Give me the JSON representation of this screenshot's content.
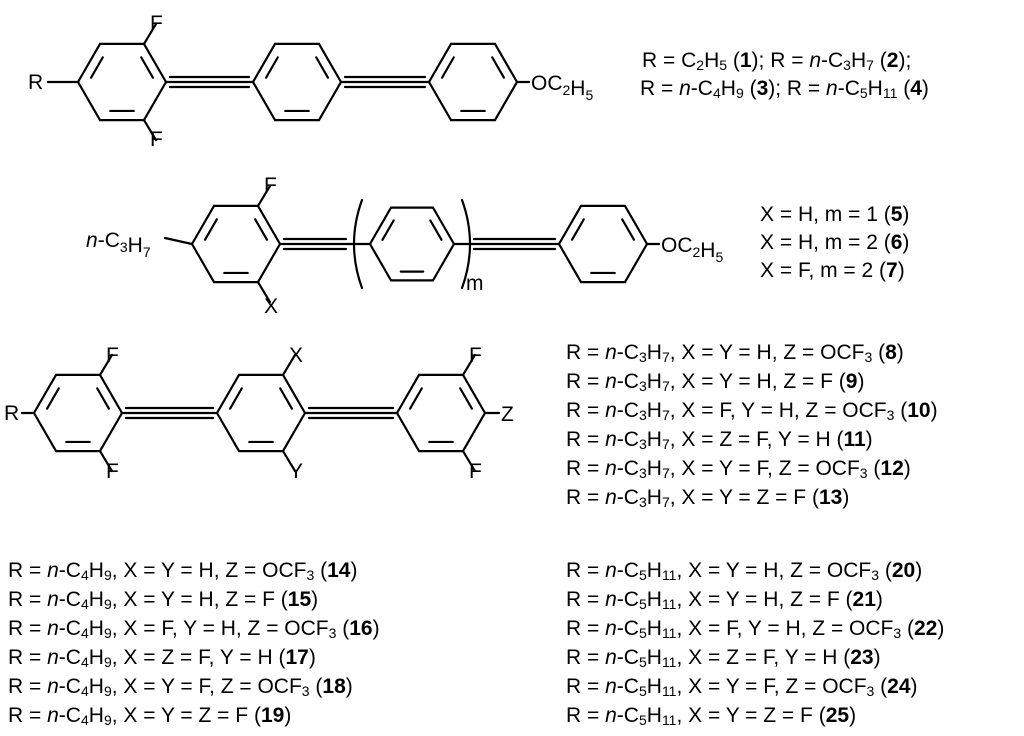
{
  "structures": [
    {
      "id": "top",
      "labels": {
        "r": "R",
        "f_top": "F",
        "f_bottom": "F",
        "tail": "OC2H5"
      },
      "definitions": [
        "R = C2H5 (1); R = n-C3H7 (2);",
        "R = n-C4H9 (3); R = n-C5H11 (4)"
      ]
    },
    {
      "id": "middle",
      "labels": {
        "head": "n-C3H7",
        "f_top": "F",
        "x": "X",
        "repeat": "m",
        "tail": "OC2H5"
      },
      "definitions": [
        "X = H, m = 1 (5)",
        "X = H, m = 2 (6)",
        "X = F, m = 2 (7)"
      ]
    },
    {
      "id": "bottom",
      "labels": {
        "r": "R",
        "f_top_left": "F",
        "f_bottom_left": "F",
        "x": "X",
        "y": "Y",
        "f_top_right": "F",
        "f_bottom_right": "F",
        "z": "Z"
      },
      "definitions": [
        "R = n-C3H7, X = Y = H, Z = OCF3 (8)",
        "R = n-C3H7, X = Y = H, Z = F (9)",
        "R = n-C3H7, X = F, Y = H, Z = OCF3 (10)",
        "R = n-C3H7, X = Z = F, Y = H (11)",
        "R = n-C3H7, X = Y = F, Z = OCF3 (12)",
        "R = n-C3H7, X = Y = Z = F (13)",
        "R = n-C4H9, X = Y = H, Z = OCF3 (14)",
        "R = n-C4H9, X = Y = H, Z = F (15)",
        "R = n-C4H9, X = F, Y = H, Z = OCF3 (16)",
        "R = n-C4H9, X = Z = F, Y = H (17)",
        "R = n-C4H9, X = Y = F, Z = OCF3 (18)",
        "R = n-C4H9, X = Y = Z = F (19)",
        "R = n-C5H11, X = Y = H, Z = OCF3 (20)",
        "R = n-C5H11, X = Y = H, Z = F (21)",
        "R = n-C5H11, X = F, Y = H, Z = OCF3 (22)",
        "R = n-C5H11, X = Z = F, Y = H (23)",
        "R = n-C5H11, X = Y = F, Z = OCF3 (24)",
        "R = n-C5H11, X = Y = Z = F (25)"
      ]
    }
  ]
}
